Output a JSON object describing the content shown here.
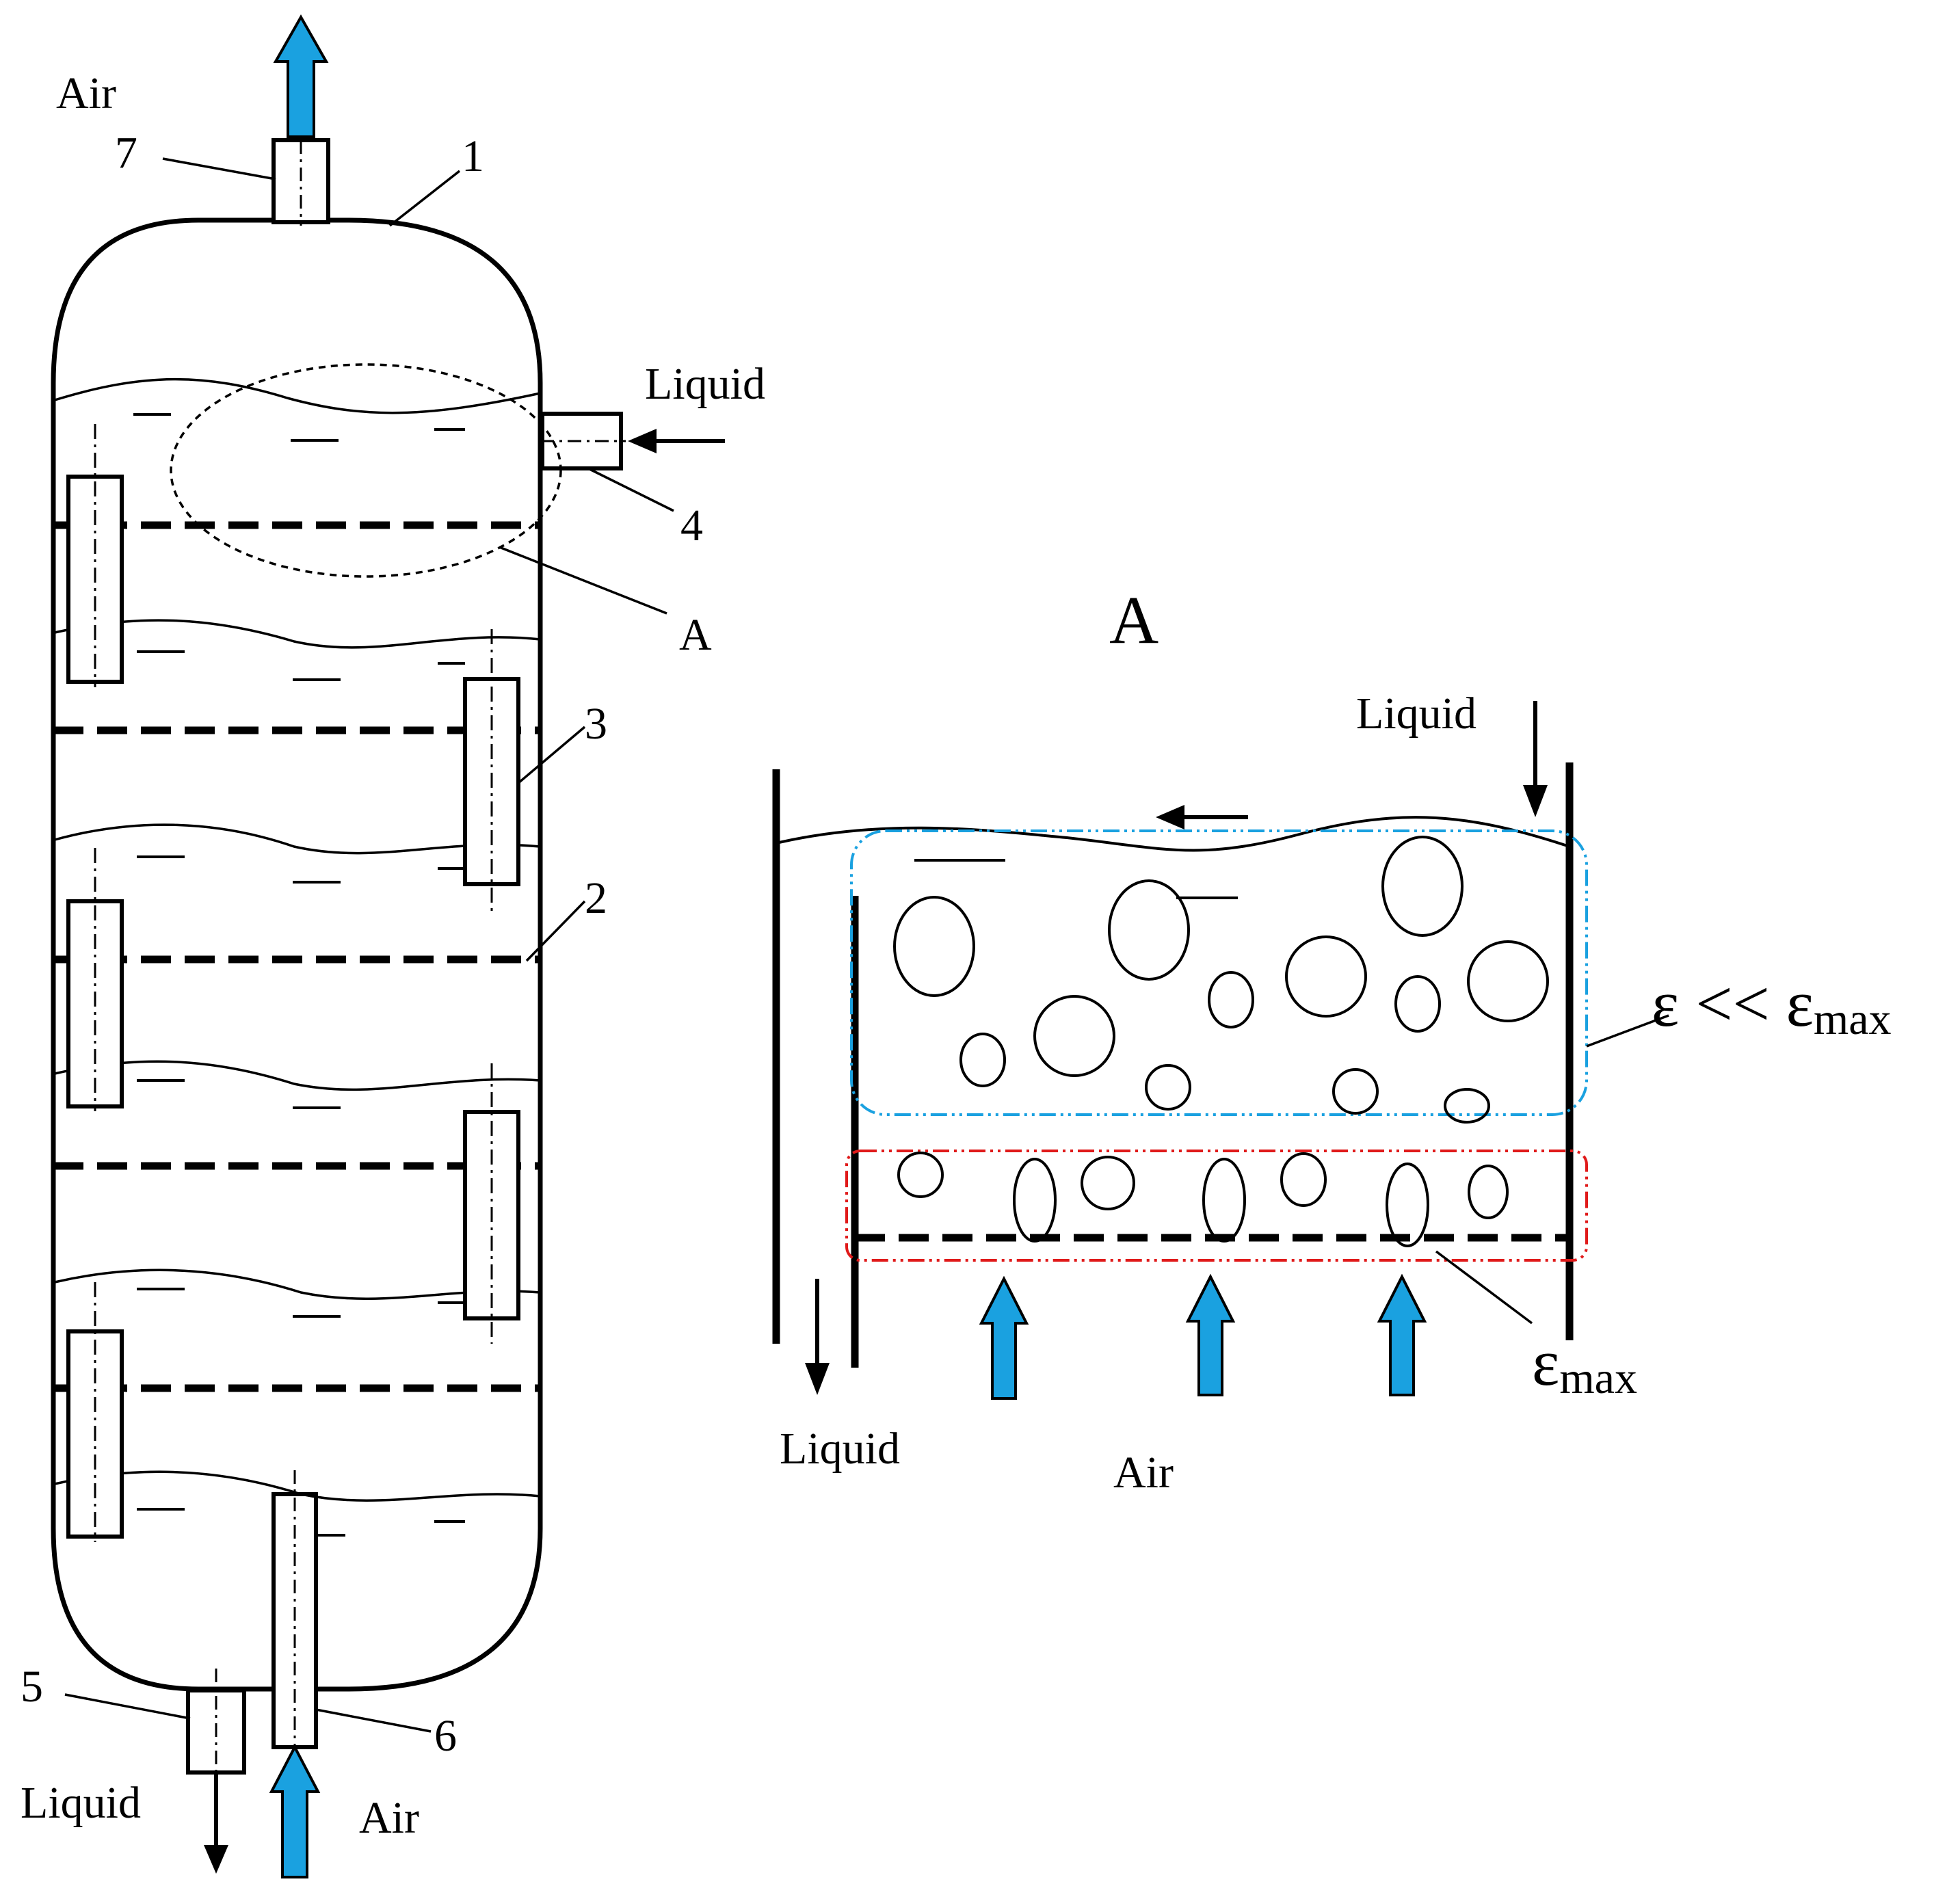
{
  "column": {
    "labels": {
      "air_top": "Air",
      "liquid_in": "Liquid",
      "liquid_out": "Liquid",
      "air_in": "Air"
    },
    "callouts": {
      "shell": "1",
      "tray": "2",
      "downcomer": "3",
      "liquid_inlet": "4",
      "liquid_outlet": "5",
      "air_inlet": "6",
      "air_outlet": "7",
      "detail": "A"
    }
  },
  "detail": {
    "title": "A",
    "labels": {
      "liquid_in": "Liquid",
      "liquid_out": "Liquid",
      "air_in": "Air"
    },
    "epsilon_upper": {
      "main": "ε << ε",
      "sub": "max"
    },
    "epsilon_lower": {
      "main": "ε",
      "sub": "max"
    }
  },
  "colors": {
    "line": "#000000",
    "air_arrow": "#1aa1e0",
    "upper_zone": "#1aa1e0",
    "lower_zone": "#e01a1a"
  }
}
